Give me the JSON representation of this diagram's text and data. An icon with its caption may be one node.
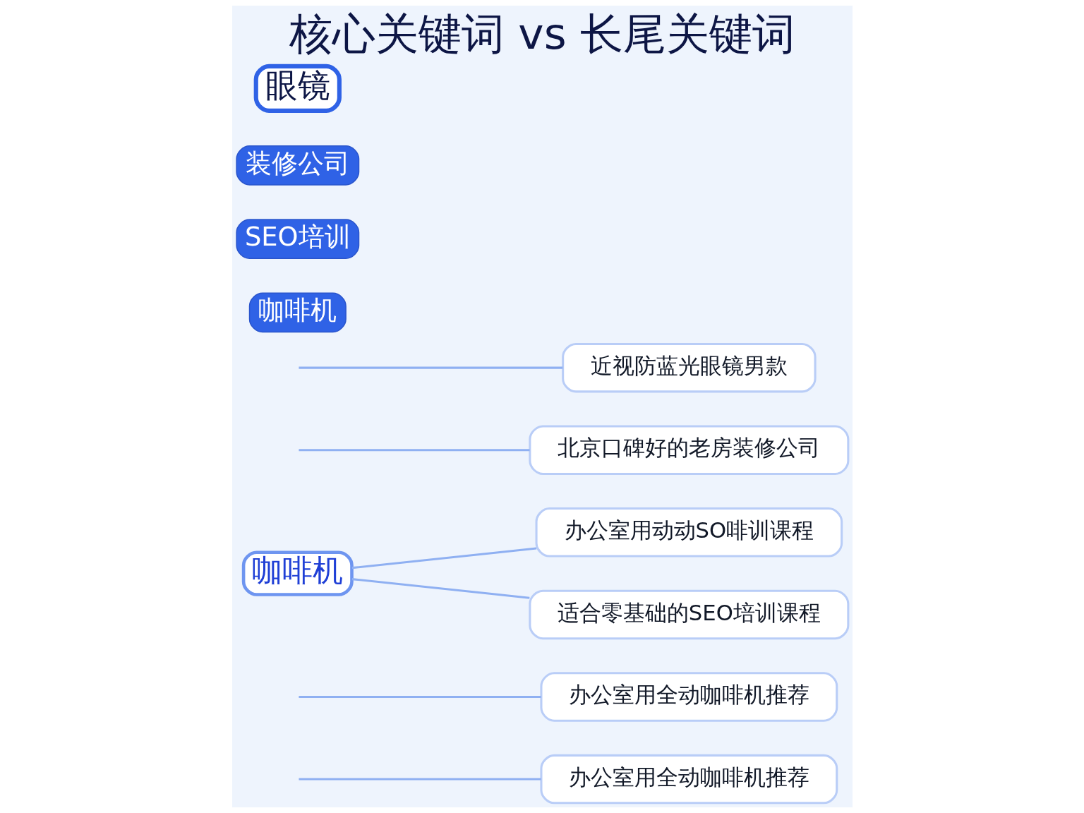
{
  "diagram": {
    "title": "核心关键词 vs 长尾关键词",
    "nodes": [
      {
        "text": [
          "眼镜"
        ]
      },
      {
        "text": [
          "装修公司"
        ]
      },
      {
        "text": [
          "SEO培训"
        ]
      },
      {
        "text": [
          "咖啡机"
        ]
      },
      {
        "text": [
          "咖啡机"
        ]
      },
      {
        "text": [
          "近视防蓝光眼镜男款"
        ]
      },
      {
        "text": [
          "北京口碑好的老房装修公司"
        ]
      },
      {
        "text": [
          "适合零基础的SEO培训课程"
        ]
      },
      {
        "text": [
          "办公室用动动SO啡训课程"
        ]
      },
      {
        "text": [
          "办公室用全动咖啡机推荐"
        ]
      },
      {
        "text": [
          "办公室用全动咖啡机推荐"
        ]
      }
    ],
    "edges": [
      {
        "from": null,
        "to": 5,
        "arrow": "none"
      },
      {
        "from": null,
        "to": 6,
        "arrow": "none"
      },
      {
        "from": 4,
        "to": 7,
        "arrow": "none"
      },
      {
        "from": 4,
        "to": 8,
        "arrow": "none"
      },
      {
        "from": null,
        "to": 9,
        "arrow": "none"
      },
      {
        "from": null,
        "to": 10,
        "arrow": "none"
      }
    ]
  }
}
